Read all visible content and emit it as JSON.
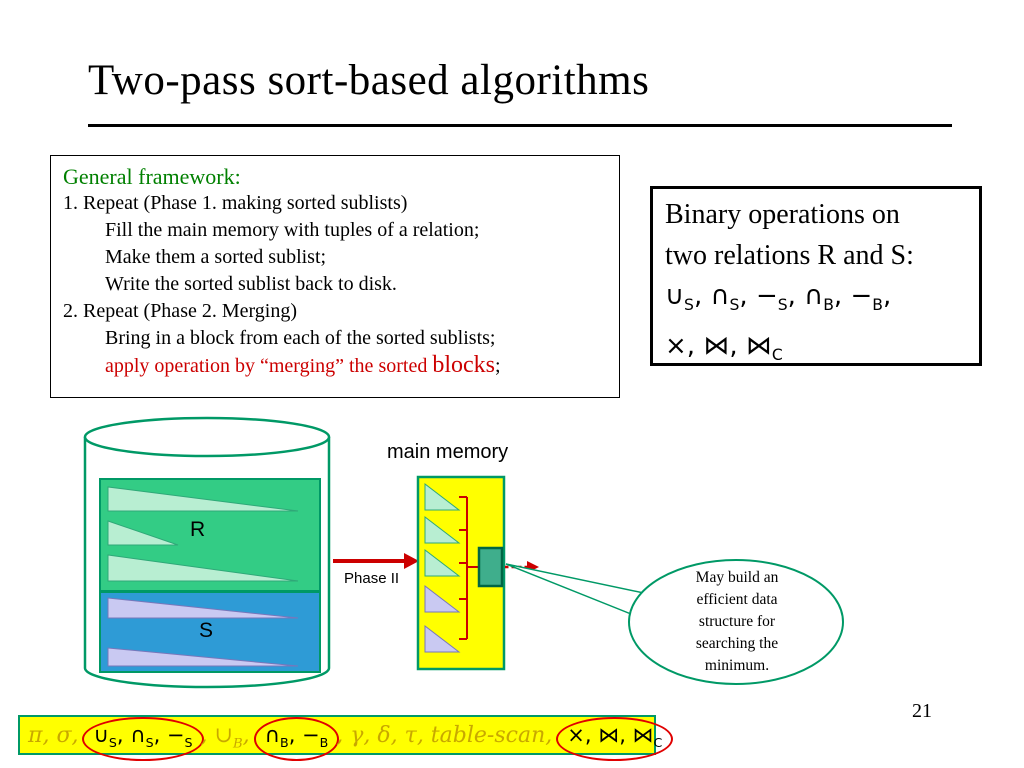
{
  "slide": {
    "title": "Two-pass sort-based algorithms",
    "page_number": "21"
  },
  "framework_box": {
    "heading": "General framework:",
    "line1": "1. Repeat (Phase 1. making sorted sublists)",
    "line2": "Fill the main memory with tuples of a relation;",
    "line3": "Make them a sorted sublist;",
    "line4": "Write the sorted sublist back to disk.",
    "line5": "2. Repeat (Phase 2. Merging)",
    "line6": "Bring in a block from each of the sorted sublists;",
    "red_line_prefix": "apply operation by “merging” the sorted ",
    "red_line_emph": "blocks",
    "red_line_suffix": ";"
  },
  "binary_box": {
    "line1": "Binary operations on",
    "line2": "two relations R and S:",
    "ops_row1": [
      {
        "t": "∪",
        "sub": "S"
      },
      {
        "t": ", "
      },
      {
        "t": "∩",
        "sub": "S"
      },
      {
        "t": ", "
      },
      {
        "t": "−",
        "sub": "S"
      },
      {
        "t": ", "
      },
      {
        "t": "∩",
        "sub": "B"
      },
      {
        "t": ", "
      },
      {
        "t": "−",
        "sub": "B"
      },
      {
        "t": ","
      }
    ],
    "ops_row2": [
      {
        "t": "×"
      },
      {
        "t": ", "
      },
      {
        "t": "⋈"
      },
      {
        "t": ", "
      },
      {
        "t": "⋈",
        "sub": "C"
      }
    ]
  },
  "diagram": {
    "disk_r_label": "R",
    "disk_s_label": "S",
    "main_memory_label": "main memory",
    "phase_label": "Phase II",
    "callout_text": "May build an efficient data structure for searching the minimum."
  },
  "footer": {
    "seg_faded_1": [
      {
        "t": "π, σ, "
      }
    ],
    "seg_circled_1": [
      {
        "t": "∪",
        "sub": "S"
      },
      {
        "t": ", "
      },
      {
        "t": "∩",
        "sub": "S"
      },
      {
        "t": ", "
      },
      {
        "t": "−",
        "sub": "S"
      }
    ],
    "seg_faded_2": [
      {
        "t": ", "
      },
      {
        "t": "∪",
        "sub": "B"
      },
      {
        "t": ", "
      }
    ],
    "seg_circled_2": [
      {
        "t": "∩",
        "sub": "B"
      },
      {
        "t": ", "
      },
      {
        "t": "−",
        "sub": "B"
      }
    ],
    "seg_faded_3": [
      {
        "t": ", γ, δ, τ, table-scan, "
      }
    ],
    "seg_circled_3": [
      {
        "t": "×"
      },
      {
        "t": ", "
      },
      {
        "t": "⋈"
      },
      {
        "t": ", "
      },
      {
        "t": "⋈",
        "sub": "C"
      }
    ]
  },
  "colors": {
    "accent_teal": "#009966",
    "annotation_red": "#CC0000",
    "memory_yellow": "#FFFF00",
    "relation_r_green": "#33CC85",
    "relation_s_blue": "#2E9BD6",
    "sorted_run_pale_green": "#B8EED2",
    "sorted_run_lavender": "#C9C9F2",
    "faded_operator_text": "#C8A800",
    "heading_green": "#008000"
  }
}
